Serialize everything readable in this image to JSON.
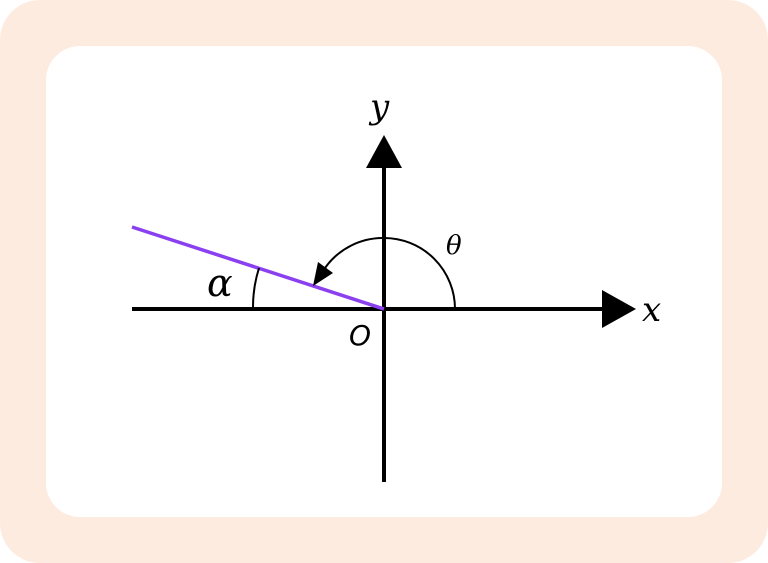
{
  "colors": {
    "frame": "#fdebdf",
    "card": "#ffffff",
    "axis": "#000000",
    "ray": "#8a3ff0"
  },
  "labels": {
    "x_axis": "x",
    "y_axis": "y",
    "origin": "O",
    "theta": "θ",
    "alpha": "α"
  }
}
